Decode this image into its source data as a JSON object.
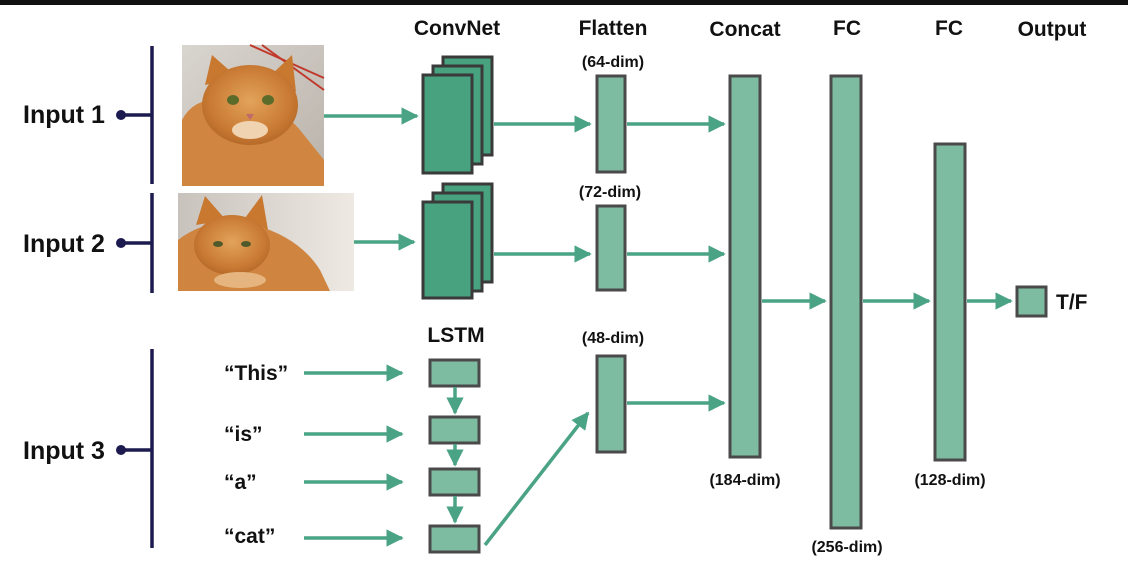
{
  "headers": {
    "convnet": "ConvNet",
    "flatten": "Flatten",
    "concat": "Concat",
    "fc1": "FC",
    "fc2": "FC",
    "output": "Output",
    "lstm": "LSTM"
  },
  "dims": {
    "flatten1": "(64-dim)",
    "flatten2": "(72-dim)",
    "flatten3": "(48-dim)",
    "concat": "(184-dim)",
    "fc1": "(256-dim)",
    "fc2": "(128-dim)"
  },
  "inputs": {
    "input1": "Input 1",
    "input2": "Input 2",
    "input3": "Input 3"
  },
  "words": [
    "“This”",
    "“is”",
    "“a”",
    "“cat”"
  ],
  "output_label": "T/F",
  "colors": {
    "block_fill": "#7dbca1",
    "conv_fill": "#48a27f",
    "arrow": "#4aa384",
    "input_rail": "#1c1a4f"
  },
  "images": {
    "photo1": "cat-sitting-photo",
    "photo2": "cat-lying-photo"
  }
}
